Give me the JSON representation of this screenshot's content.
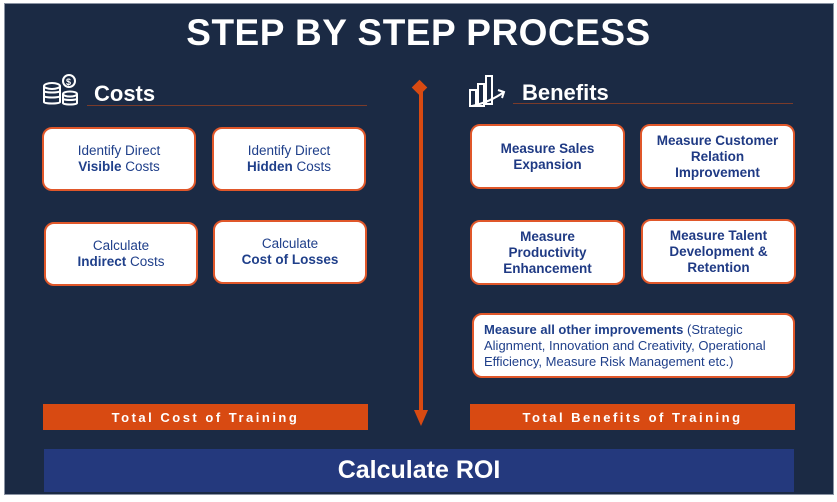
{
  "title": "STEP BY STEP PROCESS",
  "costs": {
    "heading": "Costs",
    "icon": "coins-dollar-icon",
    "boxes": [
      {
        "line1": "Identify Direct",
        "bold": "Visible",
        "rest": " Costs"
      },
      {
        "line1": "Identify Direct",
        "bold": "Hidden",
        "rest": " Costs"
      },
      {
        "line1": "Calculate",
        "bold": "Indirect",
        "rest": " Costs"
      },
      {
        "line1": "Calculate",
        "bold": "Cost of Losses",
        "rest": ""
      }
    ],
    "total": "Total Cost of Training"
  },
  "benefits": {
    "heading": "Benefits",
    "icon": "bar-chart-growth-icon",
    "boxes": [
      "Measure Sales Expansion",
      "Measure Customer Relation Improvement",
      "Measure Productivity Enhancement",
      "Measure Talent Development & Retention"
    ],
    "other": {
      "bold": "Measure all other improvements",
      "rest": " (Strategic Alignment, Innovation and Creativity, Operational Efficiency, Measure Risk Management etc.)"
    },
    "total": "Total Benefits of Training"
  },
  "roi": "Calculate ROI",
  "colors": {
    "background": "#1b2a44",
    "accent": "#d84a12",
    "roi": "#24397d",
    "text": "#1f3f8a"
  }
}
